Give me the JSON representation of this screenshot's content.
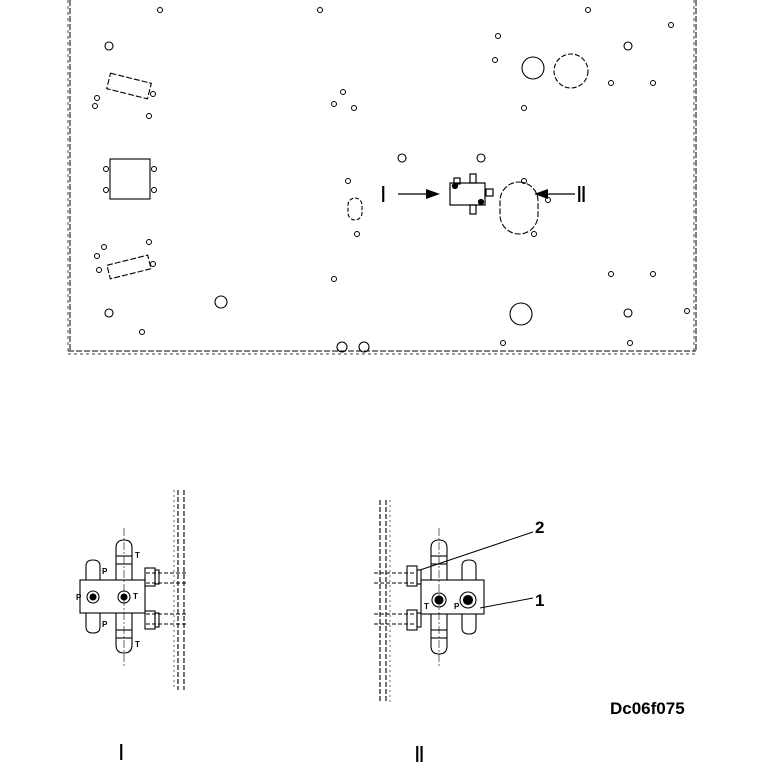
{
  "plan": {
    "arrow_left_label": "Ⅰ",
    "arrow_right_label": "Ⅱ"
  },
  "detail_left": {
    "port_labels": [
      "P",
      "T",
      "T",
      "P",
      "T",
      "P"
    ]
  },
  "detail_right": {
    "port_labels": [
      "T",
      "P"
    ],
    "callouts": [
      "2",
      "1"
    ]
  },
  "view_labels": [
    "Ⅰ",
    "Ⅱ"
  ],
  "drawing_code": "Dc06f075"
}
